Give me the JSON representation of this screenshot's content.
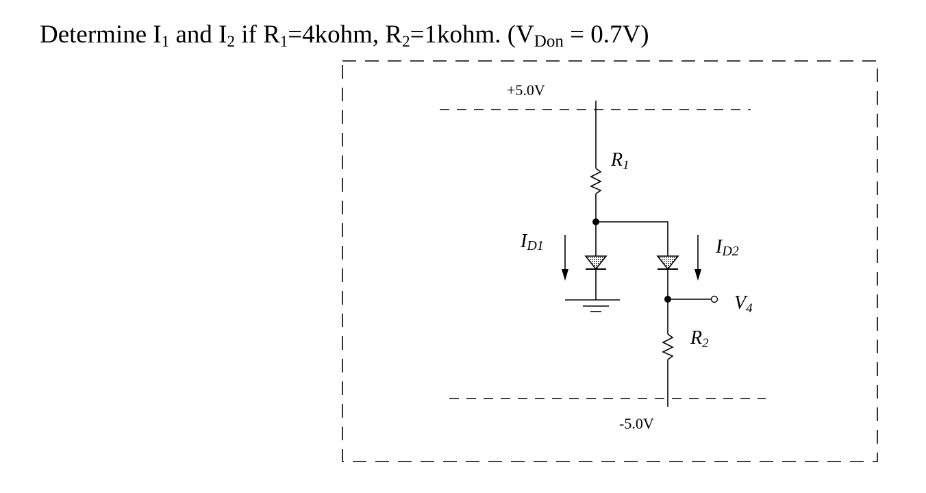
{
  "question": {
    "prefix": "Determine I",
    "sub1": "1",
    "and": " and I",
    "sub2": "2",
    "if_r": " if R",
    "r1_sub": "1",
    "r1_val": "=4kohm, R",
    "r2_sub": "2",
    "r2_val": "=1kohm. (V",
    "vdon_sub": "Don",
    "vdon_val": " = 0.7V)"
  },
  "circuit": {
    "vplus_label": "+5.0V",
    "vminus_label": "-5.0V",
    "r1": {
      "main": "R",
      "sub": "1"
    },
    "r2": {
      "main": "R",
      "sub": "2"
    },
    "id1": {
      "main": "I",
      "sub": "D1"
    },
    "id2": {
      "main": "I",
      "sub": "D2"
    },
    "v4": {
      "main": "V",
      "sub": "4"
    }
  }
}
